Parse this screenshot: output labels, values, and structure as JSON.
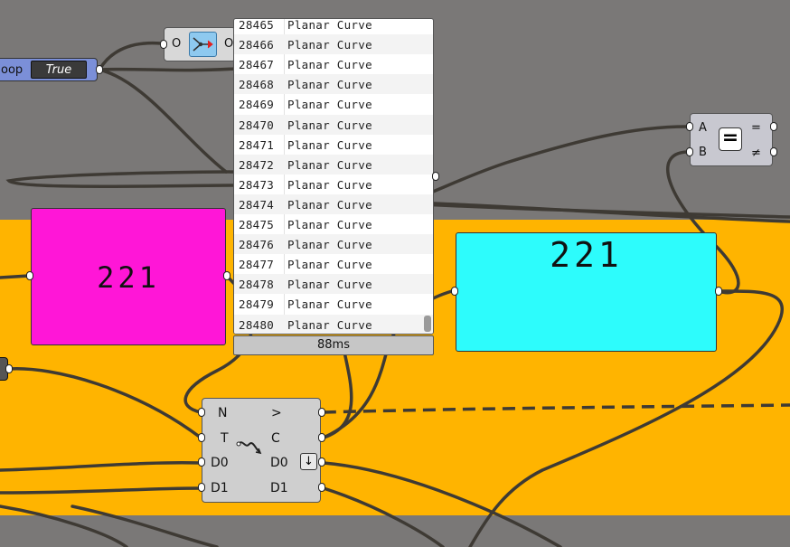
{
  "boolean_toggle": {
    "label": "oop",
    "value": "True"
  },
  "top_component": {
    "input": "O",
    "output": "O"
  },
  "panel": {
    "rows": [
      {
        "index": "28465",
        "text": "Planar Curve"
      },
      {
        "index": "28466",
        "text": "Planar Curve"
      },
      {
        "index": "28467",
        "text": "Planar Curve"
      },
      {
        "index": "28468",
        "text": "Planar Curve"
      },
      {
        "index": "28469",
        "text": "Planar Curve"
      },
      {
        "index": "28470",
        "text": "Planar Curve"
      },
      {
        "index": "28471",
        "text": "Planar Curve"
      },
      {
        "index": "28472",
        "text": "Planar Curve"
      },
      {
        "index": "28473",
        "text": "Planar Curve"
      },
      {
        "index": "28474",
        "text": "Planar Curve"
      },
      {
        "index": "28475",
        "text": "Planar Curve"
      },
      {
        "index": "28476",
        "text": "Planar Curve"
      },
      {
        "index": "28477",
        "text": "Planar Curve"
      },
      {
        "index": "28478",
        "text": "Planar Curve"
      },
      {
        "index": "28479",
        "text": "Planar Curve"
      },
      {
        "index": "28480",
        "text": "Planar Curve"
      }
    ],
    "timer": "88ms"
  },
  "swatch_magenta": {
    "value": "221"
  },
  "swatch_cyan": {
    "value": "221"
  },
  "equality": {
    "input_a": "A",
    "input_b": "B",
    "out_equal": "=",
    "out_not_equal": "≠",
    "icon": "="
  },
  "filter": {
    "in_n": "N",
    "in_t": "T",
    "in_d0": "D0",
    "in_d1": "D1",
    "out_gt": ">",
    "out_c": "C",
    "out_d0": "D0",
    "out_d1": "D1",
    "flip_icon": "↓"
  },
  "colors": {
    "canvas": "#7a7877",
    "group": "#ffb400",
    "magenta": "#ff16d7",
    "cyan": "#2dfcfc",
    "toggle": "#7b8fd8"
  }
}
